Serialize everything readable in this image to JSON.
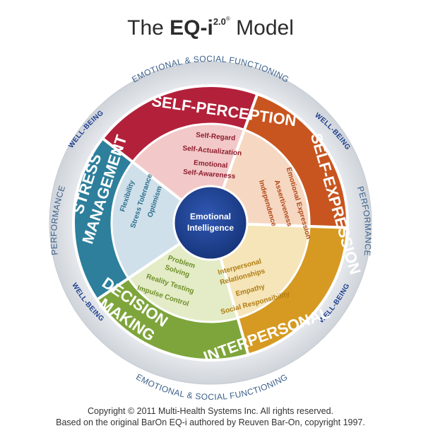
{
  "title": {
    "prefix": "The ",
    "brand": "EQ-i",
    "version": "2.0",
    "reg": "®",
    "suffix": " Model"
  },
  "center": {
    "line1": "Emotional",
    "line2": "Intelligence"
  },
  "outer_ring": {
    "top": "EMOTIONAL & SOCIAL FUNCTIONING",
    "bottom": "EMOTIONAL & SOCIAL FUNCTIONING",
    "left": "PERFORMANCE",
    "right": "PERFORMANCE",
    "wb_top_left": "WELL-BEING",
    "wb_top_right": "WELL-BEING",
    "wb_bottom_left": "WELL-BEING",
    "wb_bottom_right": "WELL-BEING"
  },
  "composites": [
    {
      "name": "SELF-PERCEPTION",
      "subscales": [
        "Self-Regard",
        "Self-Actualization",
        "Emotional",
        "Self-Awareness"
      ],
      "band_color": "#b3203a",
      "inner_color": "#f2c9c8",
      "text_color": "#8e1c2e"
    },
    {
      "name": "SELF-EXPRESSION",
      "subscales": [
        "Emotional Expression",
        "Assertiveness",
        "Independence"
      ],
      "band_color": "#c8551f",
      "inner_color": "#f6d8c2",
      "text_color": "#b2491a"
    },
    {
      "name": "INTERPERSONAL",
      "subscales": [
        "Interpersonal",
        "Relationships",
        "Empathy",
        "Social Responsibility"
      ],
      "band_color": "#d69a22",
      "inner_color": "#f5e5b8",
      "text_color": "#b07c12"
    },
    {
      "name": "DECISION",
      "name2": "MAKING",
      "subscales": [
        "Problem",
        "Solving",
        "Reality Testing",
        "Impulse Control"
      ],
      "band_color": "#7ea53b",
      "inner_color": "#e3ecc6",
      "text_color": "#6f8f2a"
    },
    {
      "name": "STRESS",
      "name2": "MANAGEMENT",
      "subscales": [
        "Flexibility",
        "Stress Tolerance",
        "Optimism"
      ],
      "band_color": "#2d7f9c",
      "inner_color": "#cfe0ea",
      "text_color": "#2d6f8c"
    }
  ],
  "copyright": {
    "line1": "Copyright © 2011 Multi-Health Systems Inc. All rights reserved.",
    "line2": "Based on the original BarOn EQ-i authored by Reuven Bar-On, copyright 1997."
  },
  "colors": {
    "outer_ring": "#dfe2e6",
    "center": "#1f3f8f",
    "ring_text": "#3a5f8a"
  }
}
